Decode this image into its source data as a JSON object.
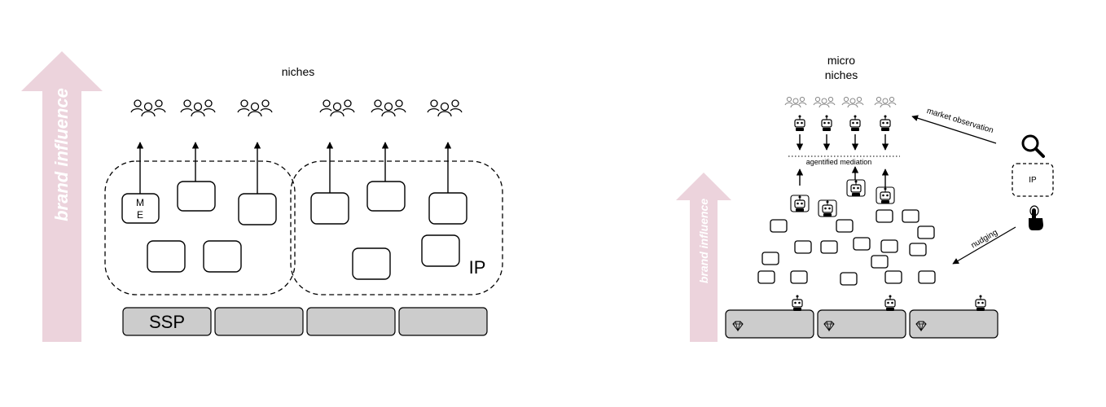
{
  "left": {
    "title": "niches",
    "axis_label": "brand influence",
    "me_label": "M\nE",
    "ip_label": "IP",
    "platform_label": "SSP"
  },
  "right": {
    "title_line1": "micro",
    "title_line2": "niches",
    "axis_label": "brand influence",
    "mediation_label": "agentified mediation",
    "market_label": "market observation",
    "nudging_label": "nudging",
    "ip_label": "IP"
  },
  "colors": {
    "arrow_pink": "#ecd3dc",
    "platform_gray": "#cccccc",
    "line": "#000000",
    "user_gray": "#8a8a8a"
  },
  "icons": [
    "users-icon",
    "robot-icon",
    "search-icon",
    "hand-pointer-icon",
    "diamond-icon"
  ]
}
